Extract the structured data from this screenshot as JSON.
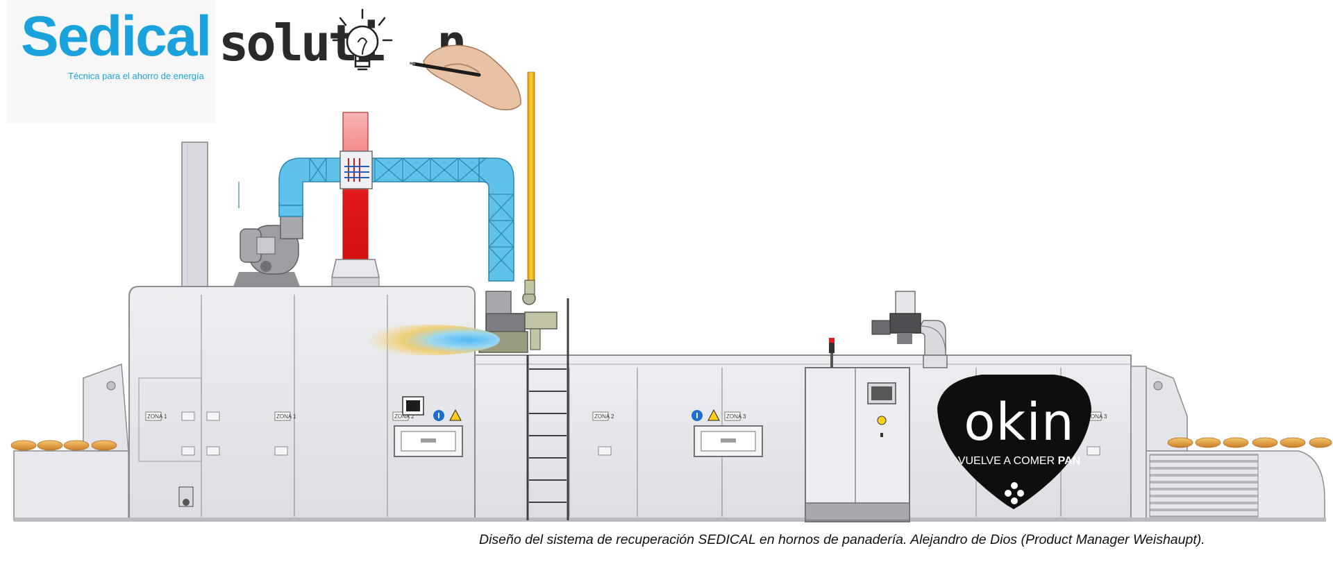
{
  "logo": {
    "brand": "Sedical",
    "tagline": "Técnica para el ahorro de energía",
    "solution_prefix": "soluti",
    "solution_suffix": "n",
    "brand_color": "#1aa2dc",
    "bulb_icon": "lightbulb-icon",
    "hand_icon": "hand-with-pen-icon"
  },
  "oven": {
    "zone_labels": [
      "ZONA 1",
      "ZONA 1",
      "ZONA 2",
      "ZONA 2",
      "ZONA 3",
      "ZONA 3"
    ],
    "colors": {
      "body": "#e3e4e8",
      "outline": "#8a8c90",
      "duct": "#5fc2ea",
      "hot_flue": "#e01a1a",
      "gas_pipe": "#f2b822"
    }
  },
  "okin": {
    "word": "okin",
    "slogan_main": "VUELVE A COMER",
    "slogan_bold": "PAN"
  },
  "caption": "Diseño del sistema de recuperación SEDICAL en hornos de panadería. Alejandro de Dios (Product Manager Weishaupt)."
}
